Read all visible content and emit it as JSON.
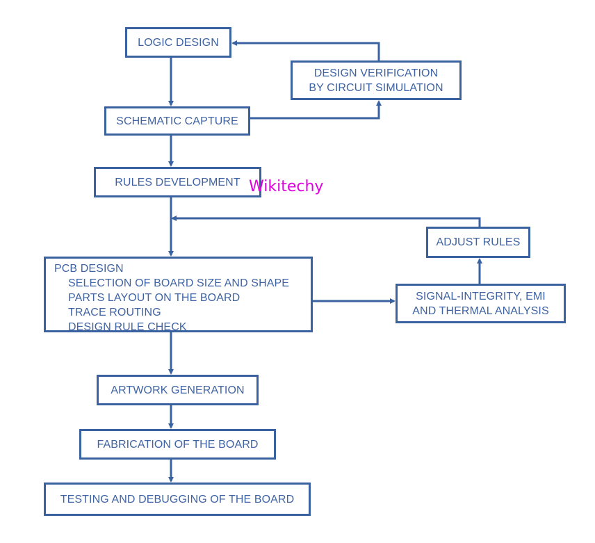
{
  "nodes": {
    "logic_design": "LOGIC DESIGN",
    "design_verification": [
      "DESIGN VERIFICATION",
      "BY CIRCUIT SIMULATION"
    ],
    "schematic_capture": "SCHEMATIC CAPTURE",
    "rules_development": "RULES DEVELOPMENT",
    "pcb_design": {
      "title": "PCB DESIGN",
      "steps": [
        "SELECTION OF BOARD SIZE AND SHAPE",
        "PARTS LAYOUT ON THE BOARD",
        "TRACE ROUTING",
        "DESIGN RULE CHECK"
      ]
    },
    "adjust_rules": "ADJUST RULES",
    "signal_integrity": [
      "SIGNAL-INTEGRITY, EMI",
      "AND THERMAL ANALYSIS"
    ],
    "artwork_generation": "ARTWORK GENERATION",
    "fabrication": "FABRICATION OF THE BOARD",
    "testing": "TESTING AND DEBUGGING OF THE BOARD"
  },
  "watermark": "Wikitechy",
  "colors": {
    "box_border": "#3a62a0",
    "text": "#3f63a3",
    "watermark": "#e000e0"
  }
}
